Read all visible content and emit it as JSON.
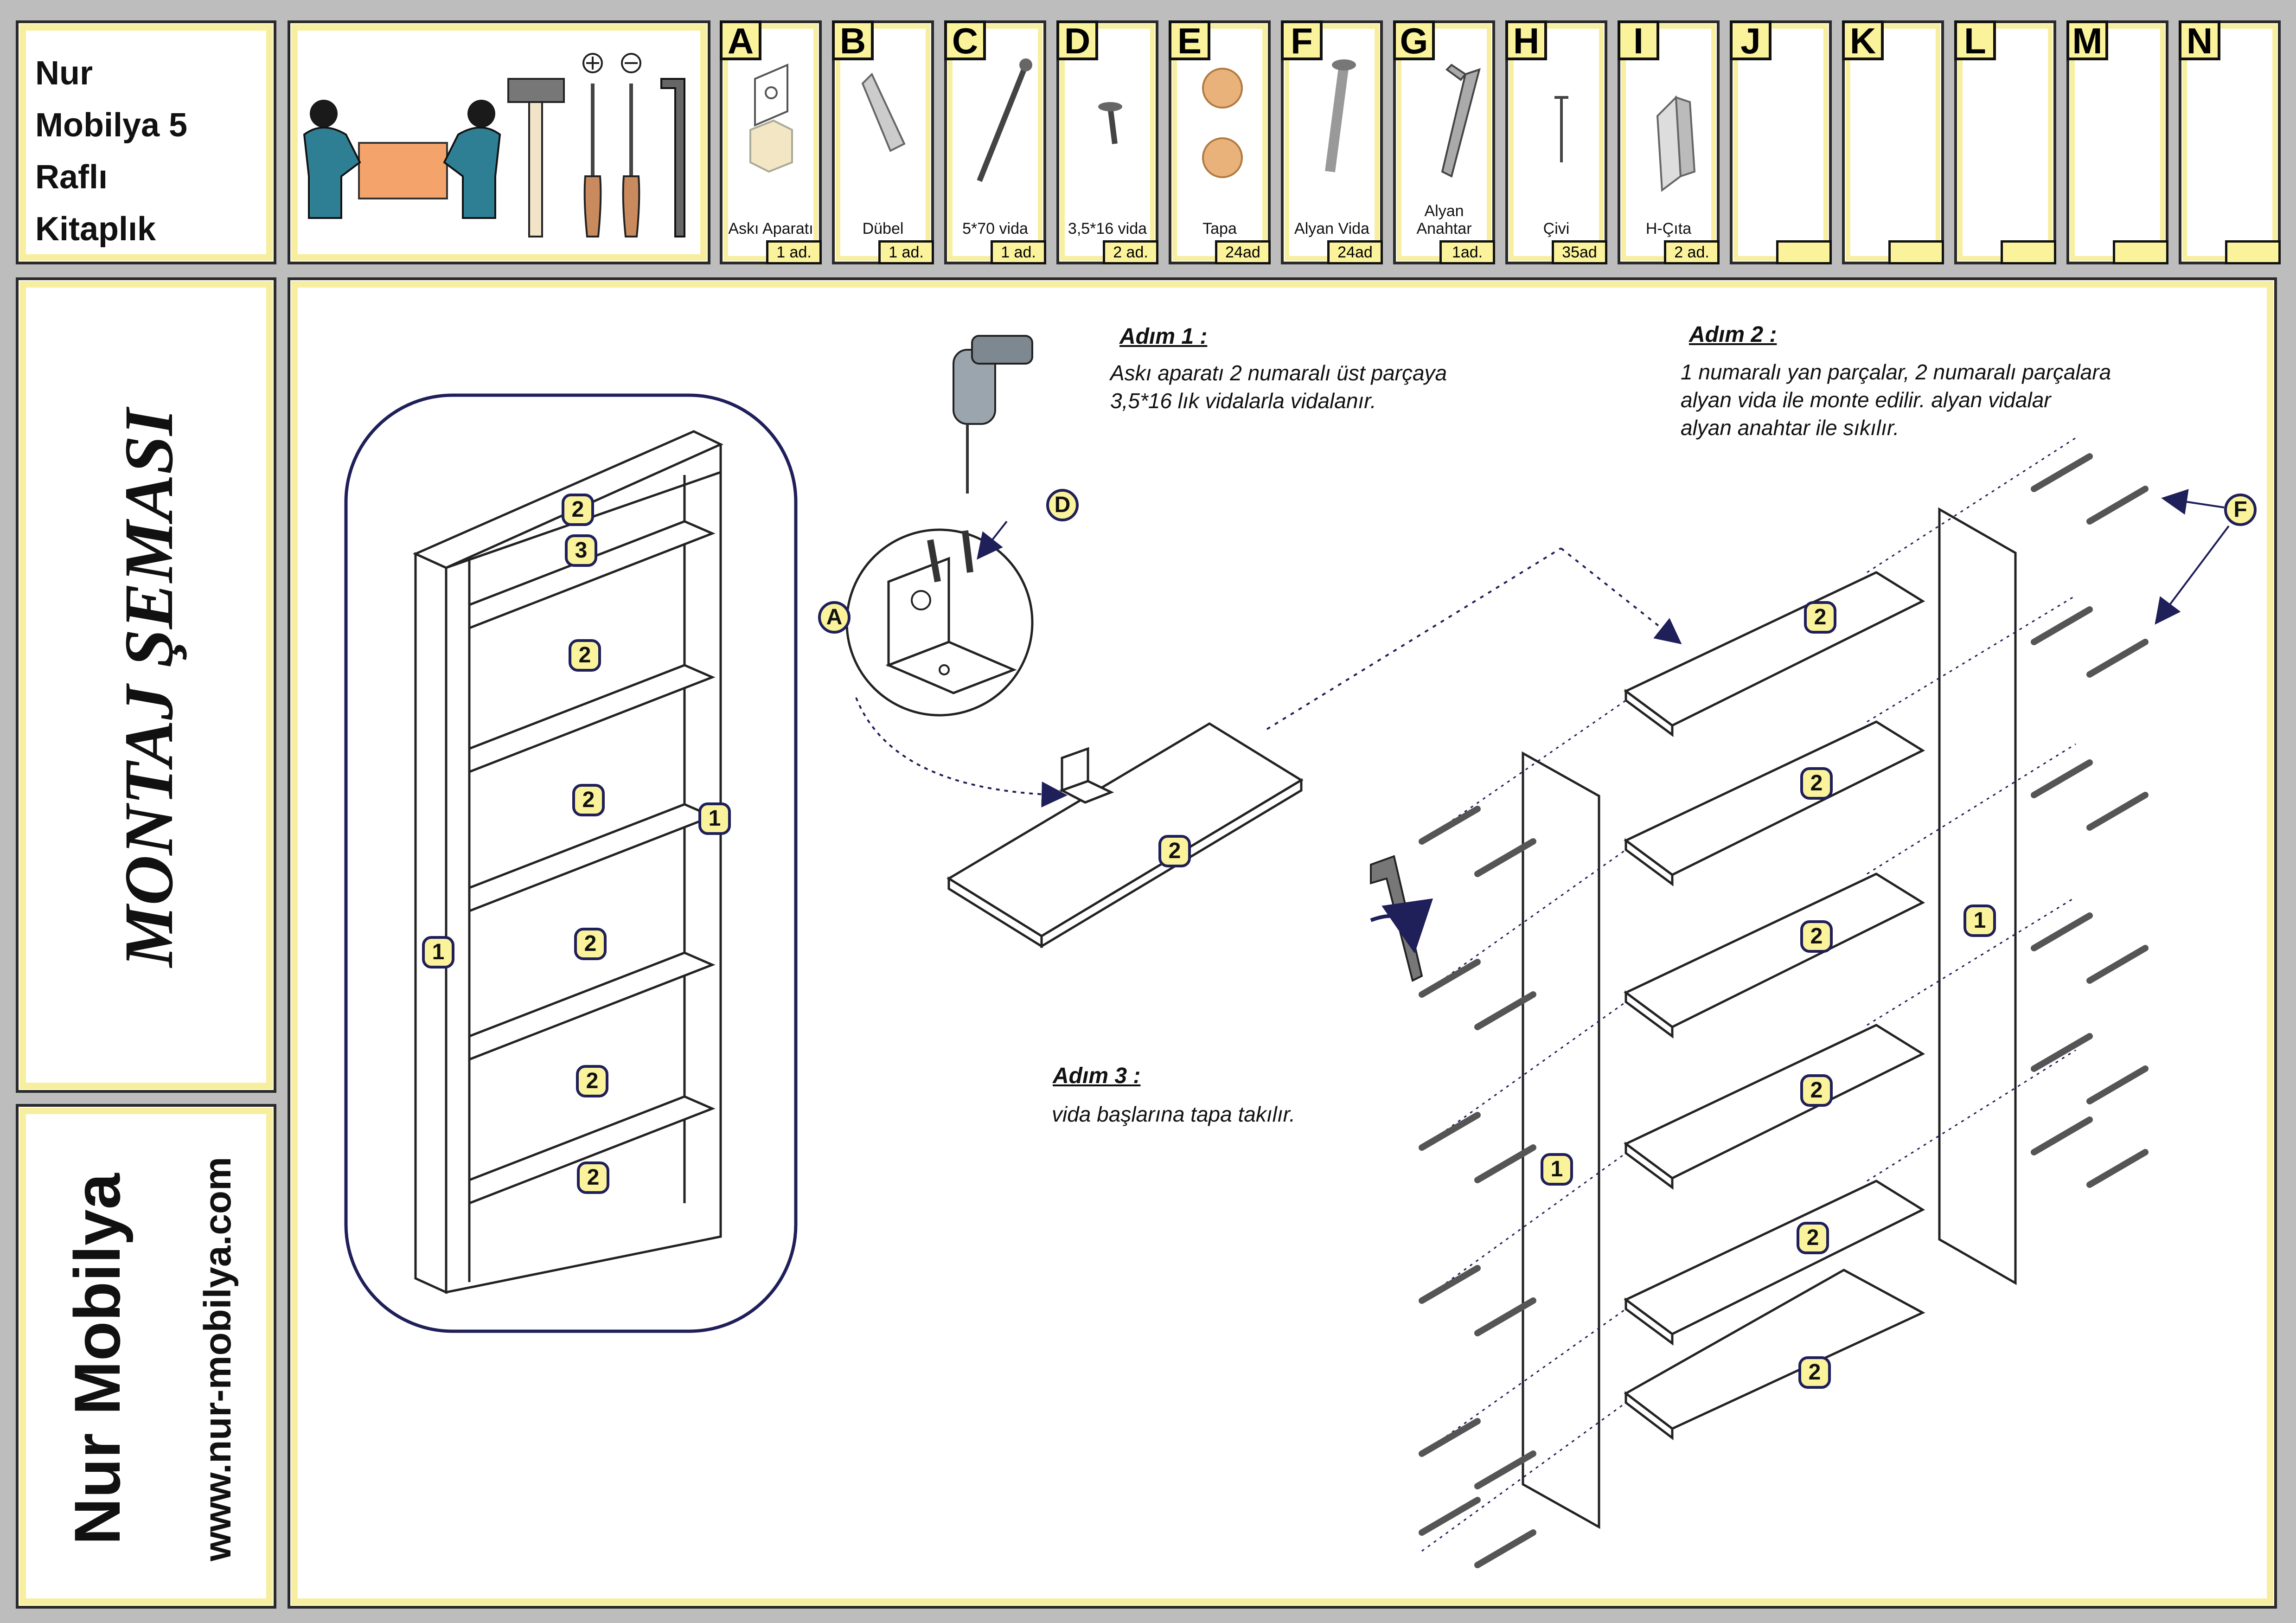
{
  "header": {
    "title_lines": [
      "Nur",
      "Mobilya 5",
      "Raflı",
      "Kitaplık"
    ]
  },
  "parts": [
    {
      "letter": "A",
      "name": "Askı Aparatı",
      "qty": "1 ad.",
      "icon": "hanger-bracket-icon"
    },
    {
      "letter": "B",
      "name": "Dübel",
      "qty": "1 ad.",
      "icon": "wall-plug-icon"
    },
    {
      "letter": "C",
      "name": "5*70 vida",
      "qty": "1 ad.",
      "icon": "long-screw-icon"
    },
    {
      "letter": "D",
      "name": "3,5*16 vida",
      "qty": "2 ad.",
      "icon": "short-screw-icon"
    },
    {
      "letter": "E",
      "name": "Tapa",
      "qty": "24ad",
      "icon": "cap-icon"
    },
    {
      "letter": "F",
      "name": "Alyan Vida",
      "qty": "24ad",
      "icon": "allen-screw-icon"
    },
    {
      "letter": "G",
      "name": "Alyan Anahtar",
      "qty": "1ad.",
      "icon": "allen-key-icon"
    },
    {
      "letter": "H",
      "name": "Çivi",
      "qty": "35ad",
      "icon": "nail-icon"
    },
    {
      "letter": "I",
      "name": "H-Çıta",
      "qty": "2 ad.",
      "icon": "h-profile-icon"
    },
    {
      "letter": "J",
      "name": "",
      "qty": "",
      "icon": ""
    },
    {
      "letter": "K",
      "name": "",
      "qty": "",
      "icon": ""
    },
    {
      "letter": "L",
      "name": "",
      "qty": "",
      "icon": ""
    },
    {
      "letter": "M",
      "name": "",
      "qty": "",
      "icon": ""
    },
    {
      "letter": "N",
      "name": "",
      "qty": "",
      "icon": ""
    }
  ],
  "side": {
    "diagram_title": "MONTAJ ŞEMASI",
    "brand": "Nur Mobilya",
    "website": "www.nur-mobilya.com"
  },
  "steps": {
    "step1": {
      "title": "Adım 1 :",
      "lines": [
        "Askı aparatı 2 numaralı üst parçaya",
        "3,5*16 lık vidalarla vidalanır."
      ]
    },
    "step2": {
      "title": "Adım 2 :",
      "lines": [
        "1 numaralı yan parçalar, 2 numaralı parçalara",
        "alyan vida ile monte edilir. alyan vidalar",
        "alyan anahtar ile sıkılır."
      ]
    },
    "step3": {
      "title": "Adım 3 :",
      "lines": [
        "vida başlarına tapa takılır."
      ]
    }
  },
  "part_labels": {
    "side_panel": "1",
    "shelf": "2",
    "back_strip": "3",
    "bracket": "A",
    "screw_small": "D",
    "allen_screw": "F"
  },
  "colors": {
    "frame_yellow": "#f7ef9f",
    "label_fill": "#fbf39b",
    "label_border": "#1f1f5a",
    "background": "#bdbdbd"
  }
}
